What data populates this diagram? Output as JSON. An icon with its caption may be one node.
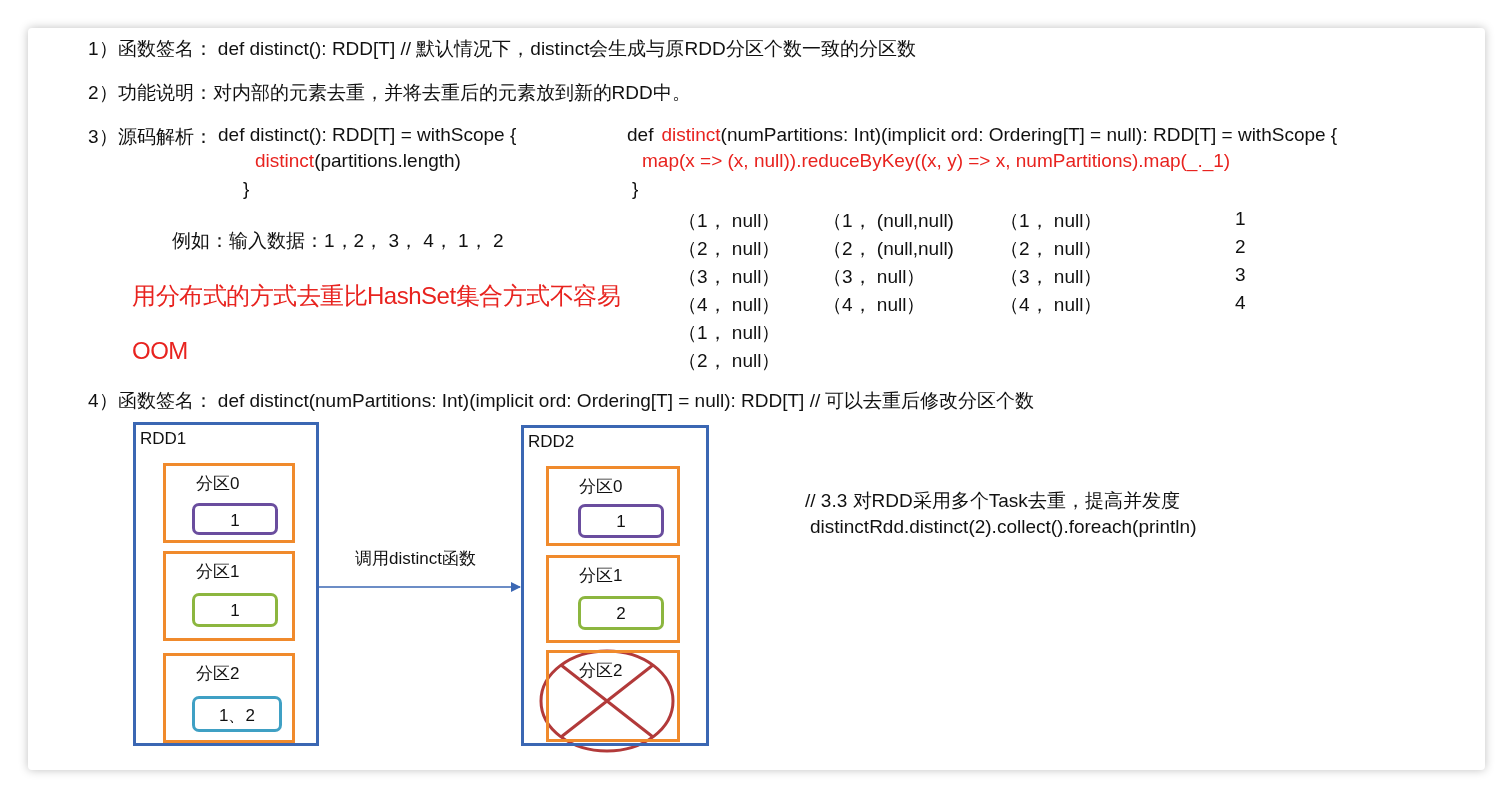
{
  "diagram": {
    "nodes": [
      {
        "text": [
          "RDD1"
        ]
      },
      {
        "text": [
          "分区0"
        ],
        "in": 0
      },
      {
        "text": [
          "1"
        ],
        "in": 1
      },
      {
        "text": [
          "分区1"
        ],
        "in": 0
      },
      {
        "text": [
          "1"
        ],
        "in": 3
      },
      {
        "text": [
          "分区2"
        ],
        "in": 0
      },
      {
        "text": [
          "1、2"
        ],
        "in": 5
      },
      {
        "text": [
          "RDD2"
        ]
      },
      {
        "text": [
          "分区0"
        ],
        "in": 7
      },
      {
        "text": [
          "1"
        ],
        "in": 8
      },
      {
        "text": [
          "分区1"
        ],
        "in": 7
      },
      {
        "text": [
          "2"
        ],
        "in": 10
      },
      {
        "text": [
          "分区2"
        ],
        "in": 7
      }
    ],
    "edges": [
      {
        "from": 0,
        "to": 7,
        "arrow": "to",
        "label": "调用distinct函数"
      }
    ],
    "labels": [
      "1）函数签名： def distinct(): RDD[T] // 默认情况下，distinct会生成与原RDD分区个数一致的分区数",
      "2）功能说明：对内部的元素去重，并将去重后的元素放到新的RDD中。",
      "3）源码解析：",
      "def distinct(): RDD[T] = withScope {",
      "distinct",
      "(partitions.length)",
      "}",
      "def",
      "distinct",
      "(numPartitions: Int)(implicit ord: Ordering[T] = null): RDD[T] = withScope {",
      "map(x => (x, null)).reduceByKey((x, y) => x, numPartitions).map(_._1)",
      "}",
      "例如：输入数据：1，2， 3， 4， 1， 2",
      "用分布式的方式去重比HashSet集合方式不容易OOM",
      "（1， null）",
      "（1， (null,null)",
      "（1， null）",
      "1",
      "（2， null）",
      "（2， (null,null)",
      "（2， null）",
      "2",
      "（3， null）",
      "（3， null）",
      "（3， null）",
      "3",
      "（4， null）",
      "（4， null）",
      "（4， null）",
      "4",
      "（1， null）",
      "（2， null）",
      "4）函数签名： def distinct(numPartitions: Int)(implicit ord: Ordering[T] = null): RDD[T] // 可以去重后修改分区个数",
      "// 3.3 对RDD采用多个Task去重，提高并发度",
      "distinctRdd.distinct(2).collect().foreach(println)"
    ]
  }
}
